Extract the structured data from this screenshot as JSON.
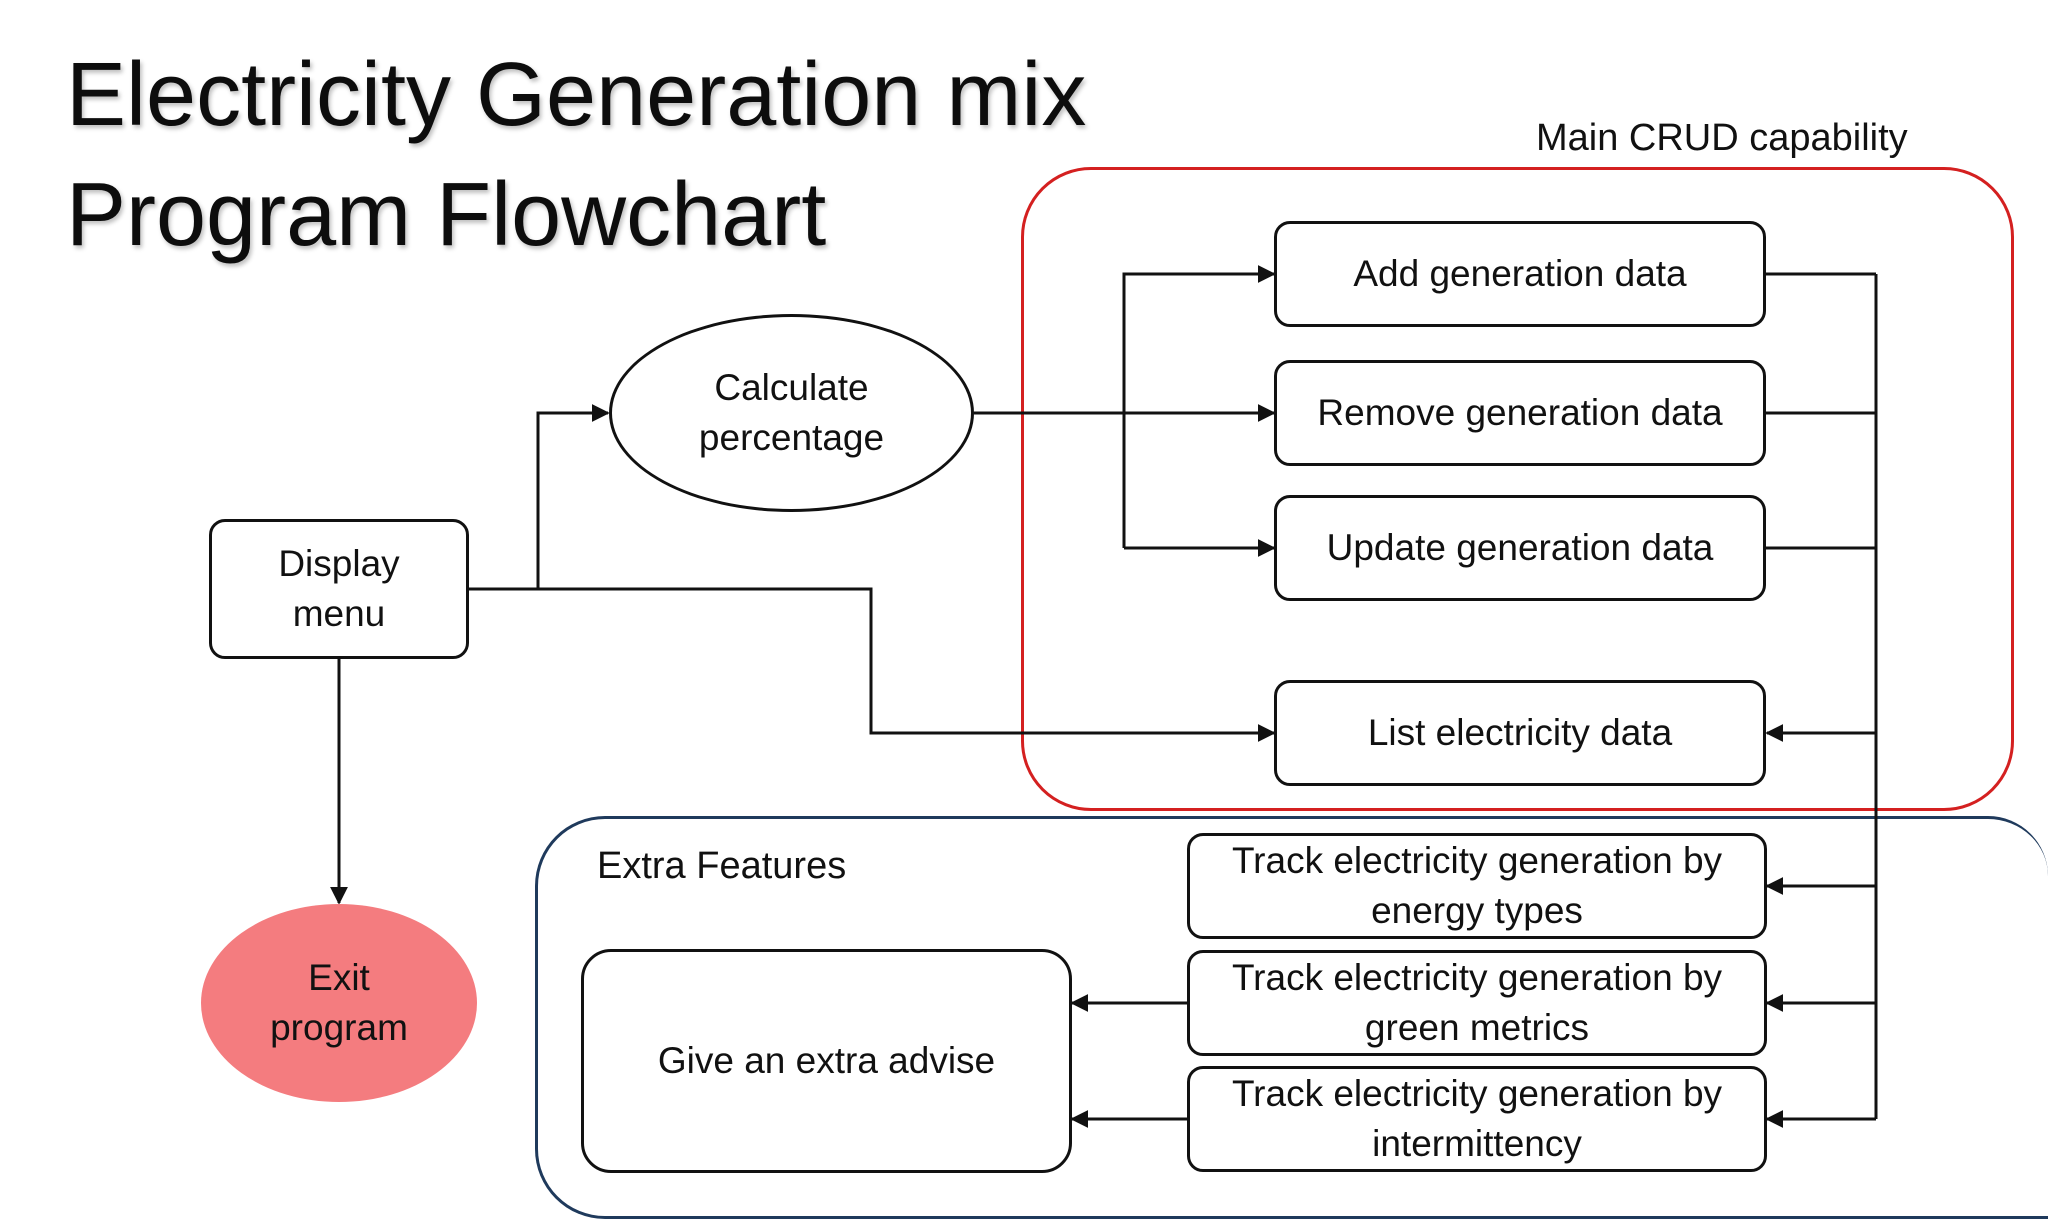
{
  "title": {
    "line1": "Electricity Generation mix",
    "line2": "Program Flowchart"
  },
  "groups": {
    "crud_label": "Main CRUD capability",
    "extra_label": "Extra Features",
    "crud_color": "#d42020",
    "extra_color": "#1f3a5c"
  },
  "nodes": {
    "display_menu": {
      "line1": "Display",
      "line2": "menu"
    },
    "calculate": {
      "line1": "Calculate",
      "line2": "percentage"
    },
    "exit": {
      "line1": "Exit",
      "line2": "program",
      "fill": "#f47c7f"
    },
    "add": "Add generation data",
    "remove": "Remove generation data",
    "update": "Update generation data",
    "list": "List electricity data",
    "track_energy": {
      "line1": "Track electricity generation by",
      "line2": "energy types"
    },
    "track_green": {
      "line1": "Track electricity generation by",
      "line2": "green metrics"
    },
    "track_intermittency": {
      "line1": "Track electricity generation by",
      "line2": "intermittency"
    },
    "advise": "Give an extra advise"
  }
}
